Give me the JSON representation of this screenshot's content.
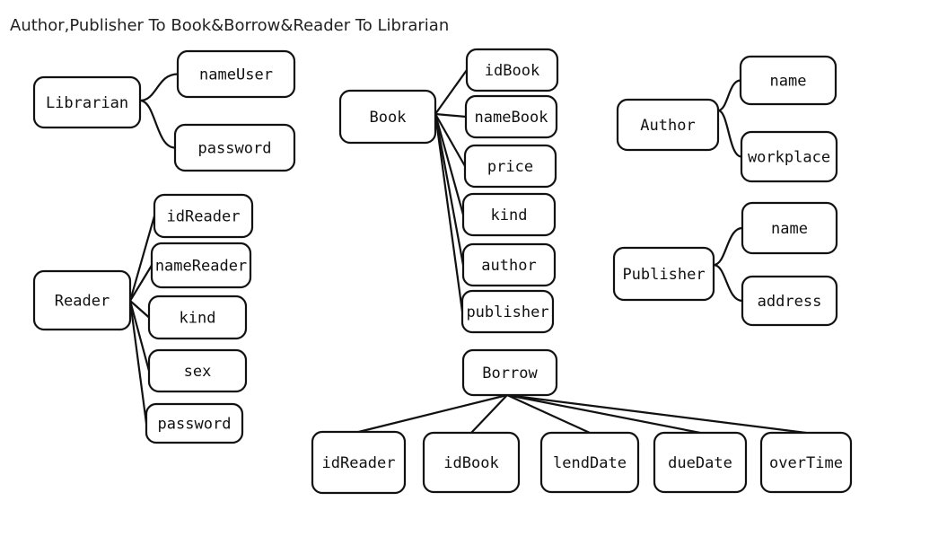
{
  "title": "Author,Publisher To Book&Borrow&Reader To Librarian",
  "entities": {
    "librarian": {
      "label": "Librarian",
      "attributes": [
        "nameUser",
        "password"
      ]
    },
    "reader": {
      "label": "Reader",
      "attributes": [
        "idReader",
        "nameReader",
        "kind",
        "sex",
        "password"
      ]
    },
    "book": {
      "label": "Book",
      "attributes": [
        "idBook",
        "nameBook",
        "price",
        "kind",
        "author",
        "publisher"
      ]
    },
    "borrow": {
      "label": "Borrow",
      "attributes": [
        "idReader",
        "idBook",
        "lendDate",
        "dueDate",
        "overTime"
      ]
    },
    "author": {
      "label": "Author",
      "attributes": [
        "name",
        "workplace"
      ]
    },
    "publisher": {
      "label": "Publisher",
      "attributes": [
        "name",
        "address"
      ]
    }
  },
  "colors": {
    "stroke": "#111111",
    "background": "#ffffff",
    "title_text": "#222222"
  }
}
